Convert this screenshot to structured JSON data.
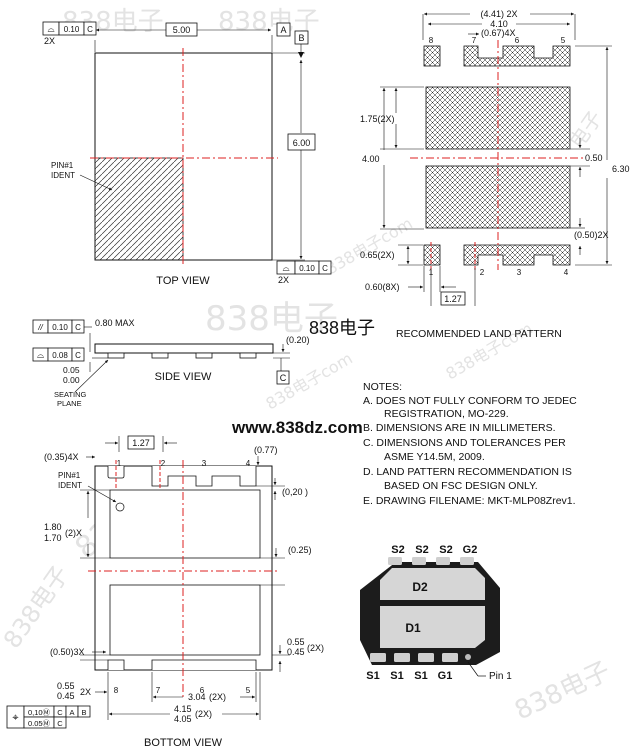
{
  "watermarks": {
    "top_left": "838电子",
    "top_left_b": "838电子",
    "mid_left": "838电子",
    "center": "838电子",
    "diag_right": "838电子com",
    "diag_right2": "838电子com",
    "mid_center": "838电子com",
    "url": "www.838dz.com",
    "bottom_right": "838电子",
    "left_vert": "838电子",
    "left_vert2": "电子"
  },
  "top_view": {
    "title": "TOP VIEW",
    "fcf_top": {
      "sym": "⌓",
      "tol": "0.10",
      "datum": "C",
      "mult": "2X"
    },
    "dim_width": "5.00",
    "datum_a": "A",
    "datum_b": "B",
    "dim_height": "6.00",
    "pin1_l1": "PIN#1",
    "pin1_l2": "IDENT",
    "fcf_bottom": {
      "sym": "⌓",
      "tol": "0.10",
      "datum": "C",
      "mult": "2X"
    }
  },
  "land_pattern": {
    "title": "RECOMMENDED LAND PATTERN",
    "dim_441": "(4.41) 2X",
    "dim_410": "4.10",
    "dim_067": "(0.67)4X",
    "pin_top": [
      "8",
      "7",
      "6",
      "5"
    ],
    "pin_bot": [
      "1",
      "2",
      "3",
      "4"
    ],
    "dim_175": "1.75(2X)",
    "dim_400": "4.00",
    "dim_050": "0.50",
    "dim_630": "6.30",
    "dim_050_2x": "(0.50)2X",
    "dim_065": "0.65(2X)",
    "dim_060": "0.60(8X)",
    "dim_127": "1.27"
  },
  "side_view": {
    "title": "SIDE VIEW",
    "fcf_a": {
      "sym": "//",
      "tol": "0.10",
      "datum": "C"
    },
    "dim_max": "0.80 MAX",
    "fcf_b": {
      "sym": "⌓",
      "tol": "0.08",
      "datum": "C"
    },
    "dim_020": "(0.20)",
    "dim_005": "0.05",
    "dim_000": "0.00",
    "seating_1": "SEATING",
    "seating_2": "PLANE",
    "datum_c": "C"
  },
  "notes": {
    "title": "NOTES:",
    "lines": [
      "A. DOES NOT FULLY CONFORM TO JEDEC",
      "REGISTRATION, MO-229.",
      "B. DIMENSIONS ARE IN MILLIMETERS.",
      "C.  DIMENSIONS AND TOLERANCES PER",
      "ASME Y14.5M, 2009.",
      "D.  LAND PATTERN RECOMMENDATION IS",
      "BASED ON FSC DESIGN ONLY.",
      "E.  DRAWING FILENAME: MKT-MLP08Zrev1."
    ]
  },
  "bottom_view": {
    "title": "BOTTOM VIEW",
    "dim_127": "1.27",
    "dim_035": "(0.35)4X",
    "dim_077": "(0.77)",
    "pins_top": [
      "1",
      "2",
      "3",
      "4"
    ],
    "pins_bot": [
      "8",
      "7",
      "6",
      "5"
    ],
    "pin1_l1": "PIN#1",
    "pin1_l2": "IDENT",
    "dim_020": "(0,20 )",
    "dim_180": "1.80",
    "dim_170": "1.70",
    "dim_2x": "(2)X",
    "dim_025": "(0.25)",
    "dim_055_r": "0.55",
    "dim_045_r": "0.45",
    "dim_2x_r": "(2X)",
    "dim_0503x": "(0.50)3X",
    "dim_055_l": "0.55",
    "dim_045_l": "0.45",
    "dim_2x_l": "2X",
    "dim_304": "3.04",
    "dim_304_mult": "(2X)",
    "dim_415": "4.15",
    "dim_405": "4.05",
    "dim_405_mult": "(2X)",
    "fcf_pos": {
      "sym": "⌖",
      "t1": "0,10Ⓜ",
      "d1": "C",
      "d2": "A",
      "d3": "B",
      "t2": "0.05Ⓜ",
      "d4": "C"
    }
  },
  "package": {
    "top_pins": [
      "S2",
      "S2",
      "S2",
      "G2"
    ],
    "bottom_pins": [
      "S1",
      "S1",
      "S1",
      "G1"
    ],
    "die_top": "D2",
    "die_bottom": "D1",
    "pin1_label": "Pin 1"
  }
}
